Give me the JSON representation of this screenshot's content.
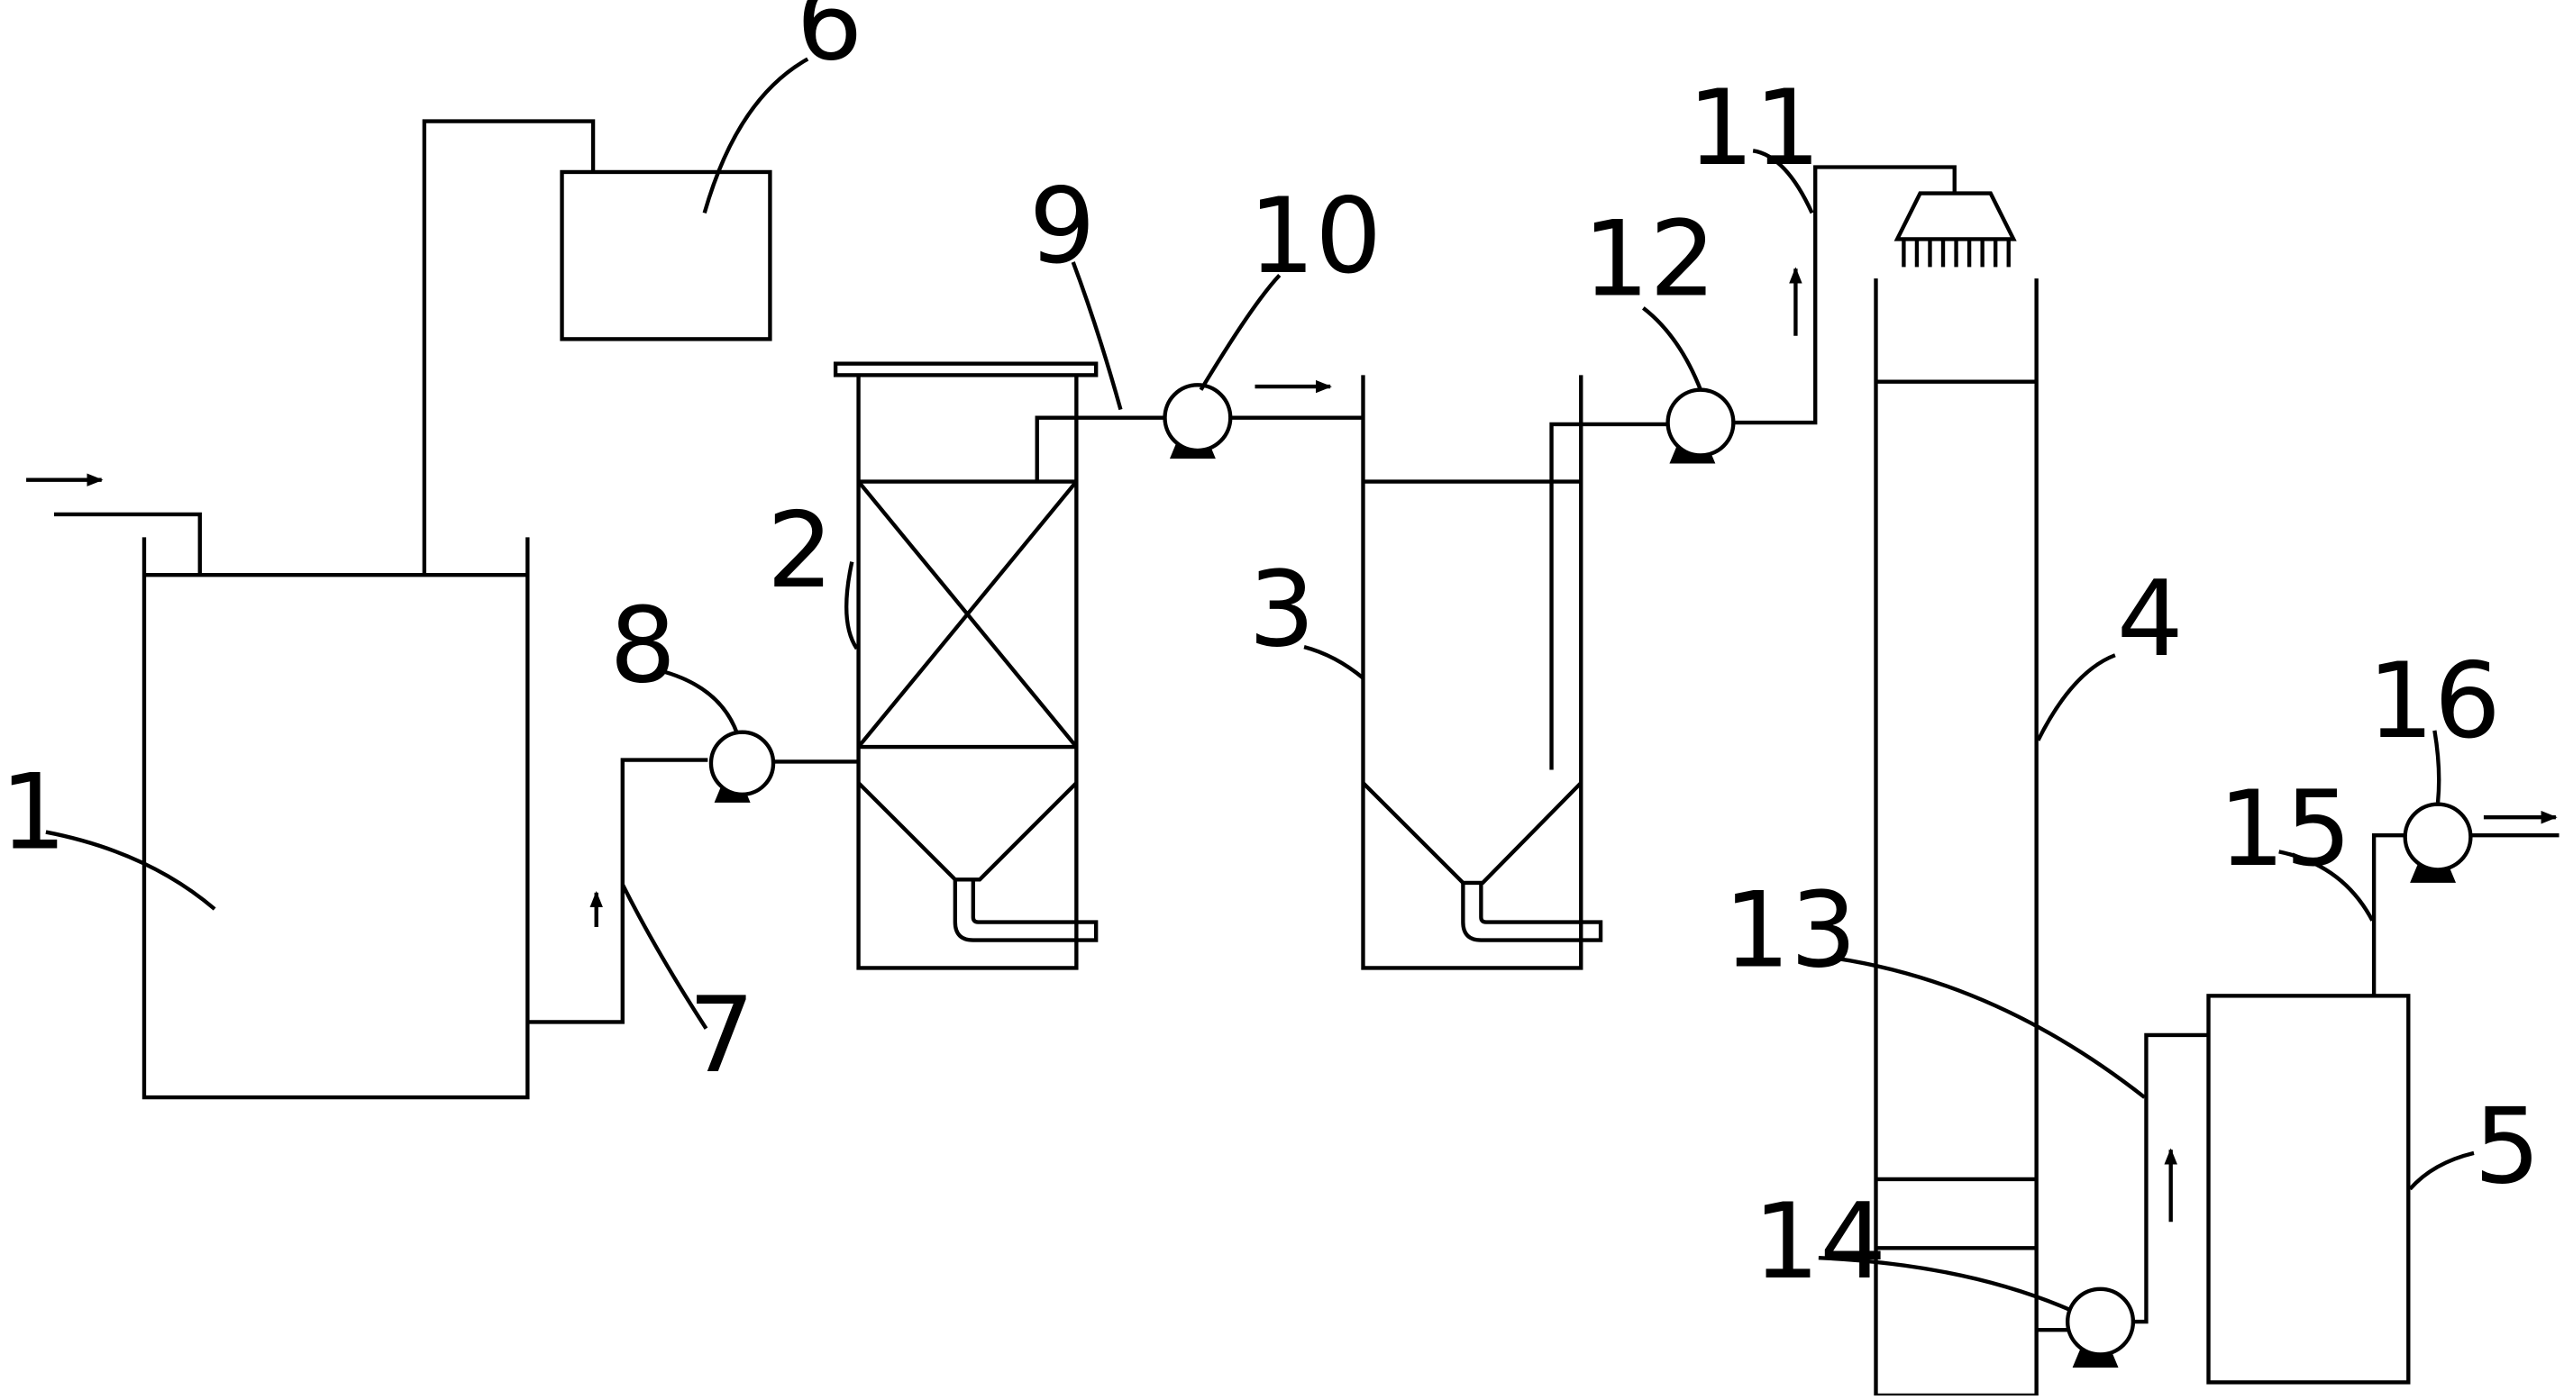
{
  "diagram": {
    "labels": {
      "l1": "1",
      "l2": "2",
      "l3": "3",
      "l4": "4",
      "l5": "5",
      "l6": "6",
      "l7": "7",
      "l8": "8",
      "l9": "9",
      "l10": "10",
      "l11": "11",
      "l12": "12",
      "l13": "13",
      "l14": "14",
      "l15": "15",
      "l16": "16"
    },
    "line_color": "#000000",
    "background": "#ffffff"
  }
}
